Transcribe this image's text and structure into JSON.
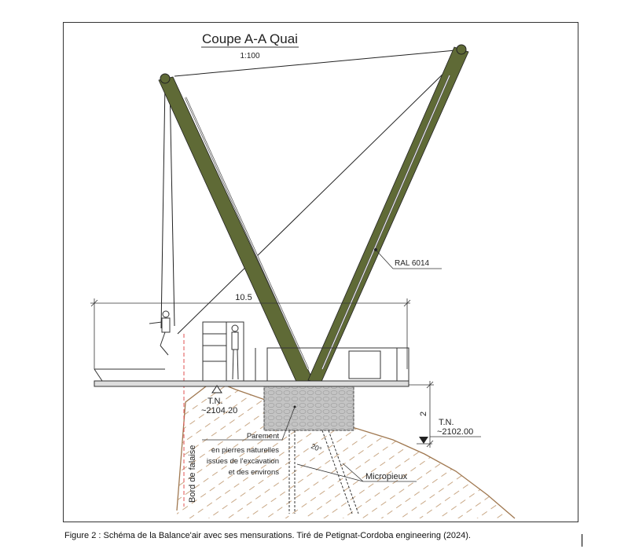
{
  "drawing": {
    "title": "Coupe A-A Quai",
    "scale": "1:100",
    "color_label": "RAL 6014",
    "dimension_width": "10.5",
    "dimension_height": "2",
    "tn_left_label": "T.N.",
    "tn_left_value": "~2104.20",
    "tn_right_label": "T.N.",
    "tn_right_value": "~2102.00",
    "parement_title": "Parement",
    "parement_lines": [
      "en pierres naturelles",
      "issues de l'excavation",
      "et des environs"
    ],
    "angle": "20°",
    "micropieux": "Micropieux",
    "cliff_edge": "Bord de falaise",
    "colors": {
      "arm": "#5f6a36",
      "terrain": "#a07850",
      "foundation": "#bdbdbd"
    }
  },
  "caption": "Figure 2 : Schéma de la Balance'air avec ses mensurations. Tiré de Petignat-Cordoba engineering (2024)."
}
